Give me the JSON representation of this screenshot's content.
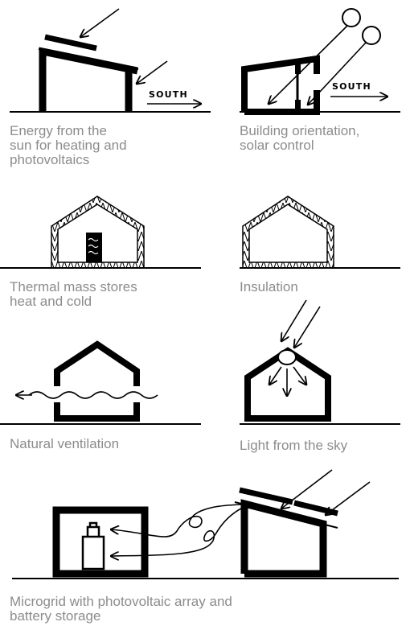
{
  "panels": {
    "sun_energy": {
      "caption": [
        "Energy from the",
        "sun for heating and",
        "photovoltaics"
      ],
      "direction_label": "SOUTH"
    },
    "orientation": {
      "caption": [
        "Building orientation,",
        "solar control"
      ],
      "direction_label": "SOUTH"
    },
    "thermal_mass": {
      "caption": [
        "Thermal mass stores",
        "heat and cold"
      ]
    },
    "insulation": {
      "caption": [
        "Insulation"
      ]
    },
    "ventilation": {
      "caption": [
        "Natural ventilation"
      ]
    },
    "skylight": {
      "caption": [
        "Light from the sky"
      ]
    },
    "microgrid": {
      "caption": [
        "Microgrid with photovoltaic array and",
        "battery storage"
      ]
    }
  },
  "colors": {
    "ink": "#000000",
    "caption": "#8c8c8c",
    "background": "#ffffff"
  }
}
